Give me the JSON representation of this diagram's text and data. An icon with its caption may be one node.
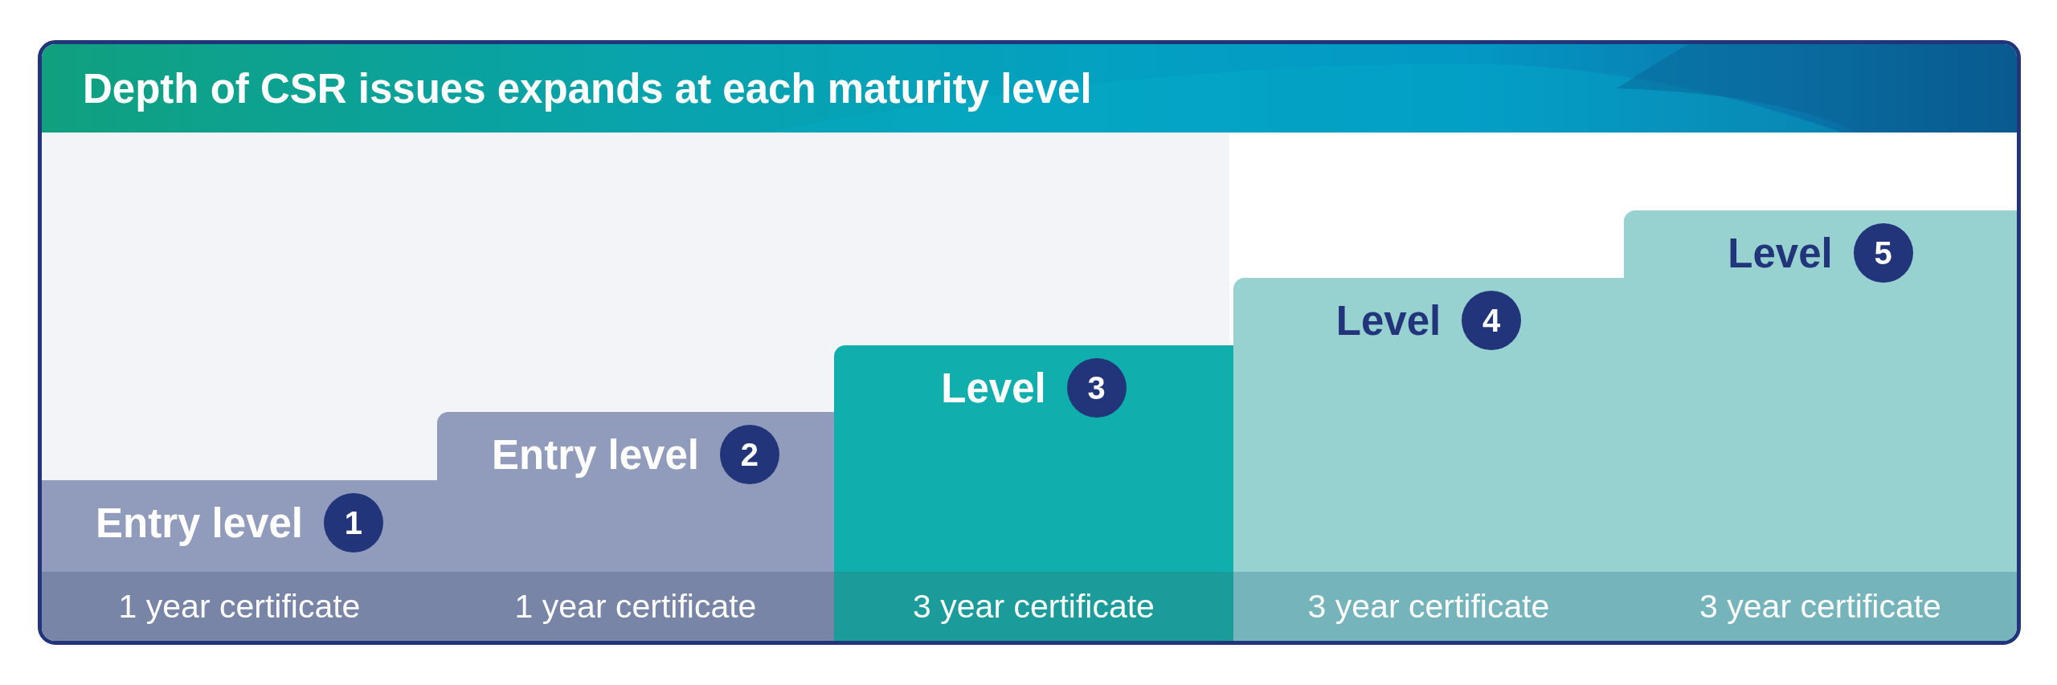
{
  "diagram": {
    "title": "Depth of CSR issues expands at each maturity level",
    "nodes": [
      {
        "text": [
          "Entry level"
        ]
      },
      {
        "text": [
          "1"
        ],
        "in": 0
      },
      {
        "text": [
          "1 year certificate"
        ],
        "in": 0
      },
      {
        "text": [
          "Entry level"
        ]
      },
      {
        "text": [
          "2"
        ],
        "in": 3
      },
      {
        "text": [
          "1 year certificate"
        ],
        "in": 3
      },
      {
        "text": [
          "Level"
        ]
      },
      {
        "text": [
          "3"
        ],
        "in": 6
      },
      {
        "text": [
          "3 year certificate"
        ],
        "in": 6
      },
      {
        "text": [
          "Level"
        ]
      },
      {
        "text": [
          "4"
        ],
        "in": 9
      },
      {
        "text": [
          "3 year certificate"
        ],
        "in": 9
      },
      {
        "text": [
          "Level"
        ]
      },
      {
        "text": [
          "5"
        ],
        "in": 12
      },
      {
        "text": [
          "3 year certificate"
        ],
        "in": 12
      }
    ]
  }
}
